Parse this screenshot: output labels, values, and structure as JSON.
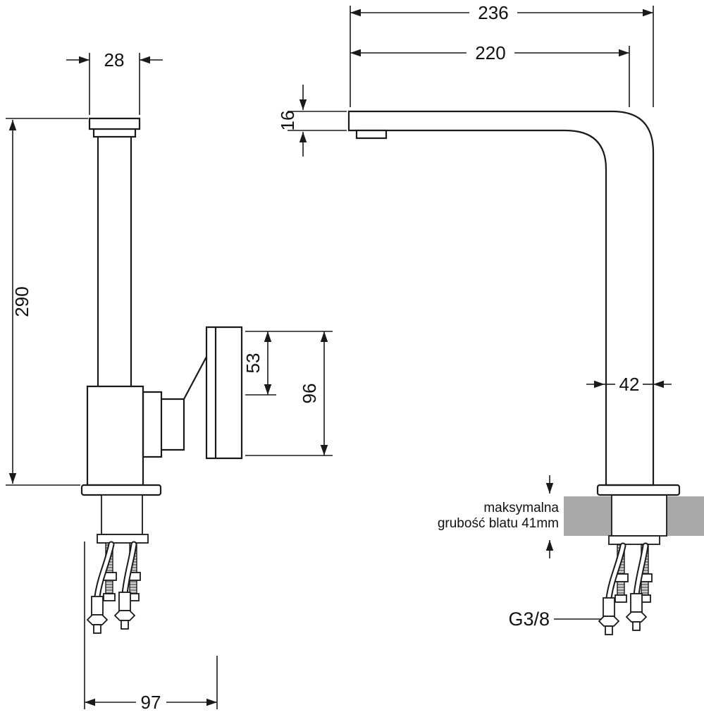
{
  "page": {
    "background": "#ffffff",
    "line_color": "#1a1a1a",
    "countertop_fill": "#a9a9a9"
  },
  "dimensions": {
    "spout_top_width": "28",
    "overall_height": "290",
    "handle_height_upper": "53",
    "handle_height_total": "96",
    "base_span": "97",
    "overall_reach": "236",
    "spout_reach": "220",
    "spout_thickness": "16",
    "column_width": "42"
  },
  "labels": {
    "thread_spec": "G3/8",
    "countertop_note_line1": "maksymalna",
    "countertop_note_line2": "grubość blatu 41mm"
  }
}
